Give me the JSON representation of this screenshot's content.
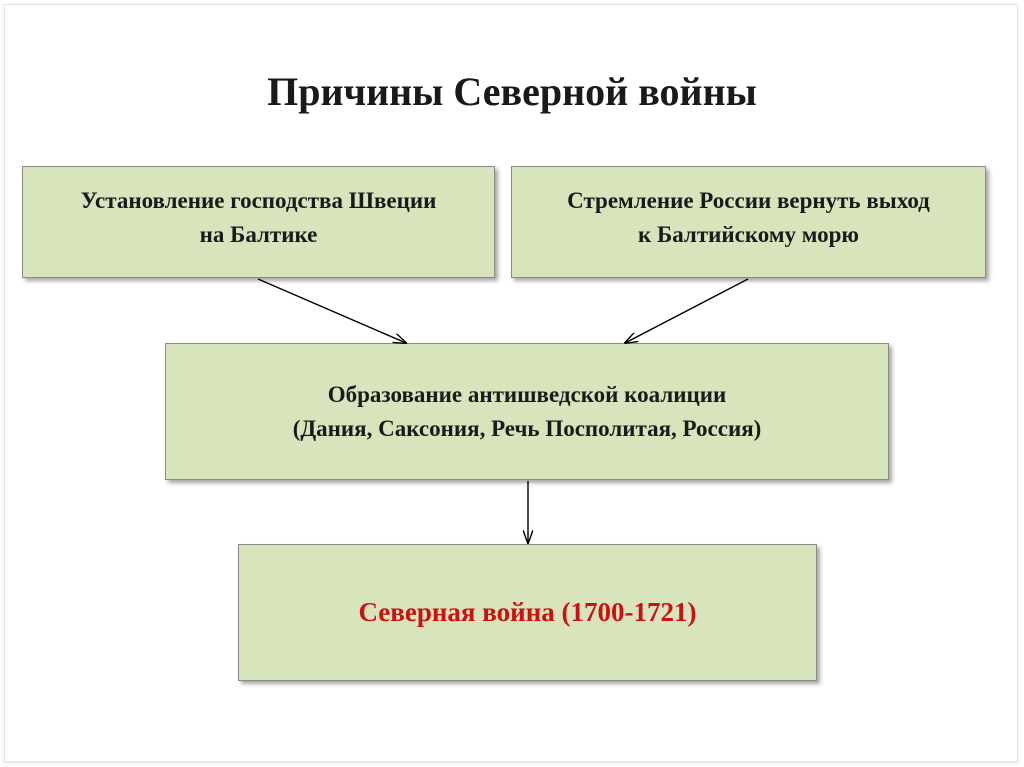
{
  "title": "Причины Северной войны",
  "boxes": {
    "sweden": {
      "line1": "Установление господства Швеции",
      "line2": "на Балтике"
    },
    "russia": {
      "line1": "Стремление России вернуть выход",
      "line2": "к Балтийскому морю"
    },
    "coalition": {
      "line1": "Образование антишведской коалиции",
      "line2": "(Дания, Саксония, Речь Посполитая, Россия)"
    },
    "war": {
      "text": "Северная война (1700-1721)"
    }
  },
  "colors": {
    "box_fill": "#d8e4bc",
    "war_text": "#cc1111"
  }
}
